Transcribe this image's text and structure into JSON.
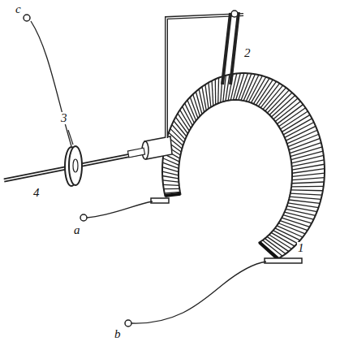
{
  "diagram": {
    "labels": [
      "c",
      "3",
      "2",
      "4",
      "a",
      "1",
      "b"
    ]
  }
}
